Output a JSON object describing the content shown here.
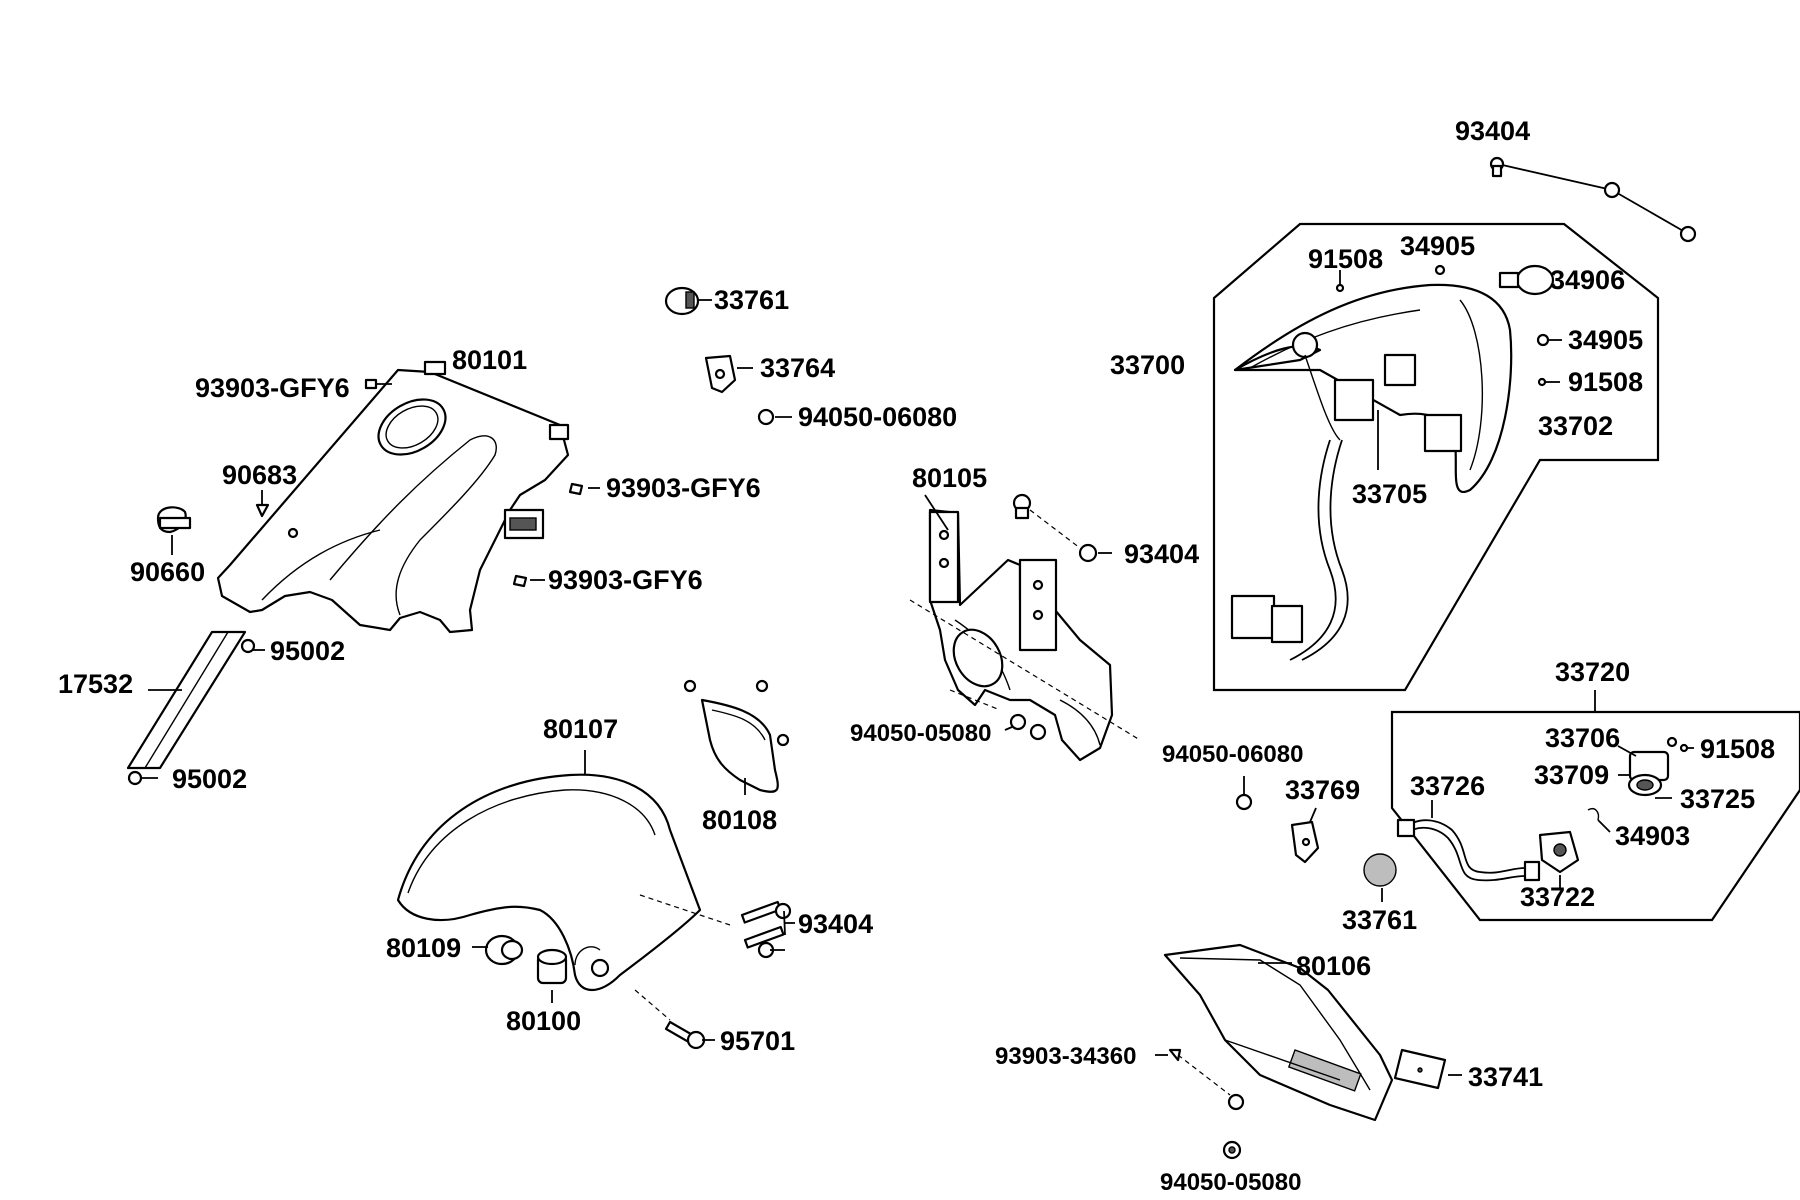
{
  "labels": {
    "p93404_top": "93404",
    "p91508_a": "91508",
    "p34905_a": "34905",
    "p34906": "34906",
    "p34905_b": "34905",
    "p91508_b": "91508",
    "p33700": "33700",
    "p33702": "33702",
    "p33705": "33705",
    "p33761_a": "33761",
    "p33764": "33764",
    "p94050_06080_a": "94050-06080",
    "p80101": "80101",
    "p93903_gfy6_a": "93903-GFY6",
    "p93903_gfy6_b": "93903-GFY6",
    "p93903_gfy6_c": "93903-GFY6",
    "p90683": "90683",
    "p90660": "90660",
    "p95002_a": "95002",
    "p17532": "17532",
    "p95002_b": "95002",
    "p80105": "80105",
    "p93404_mid": "93404",
    "p94050_05080_a": "94050-05080",
    "p94050_06080_b": "94050-06080",
    "p33769": "33769",
    "p33761_b": "33761",
    "p80107": "80107",
    "p80108": "80108",
    "p93404_low": "93404",
    "p80109": "80109",
    "p80100": "80100",
    "p95701": "95701",
    "p33720": "33720",
    "p33706": "33706",
    "p91508_c": "91508",
    "p33709": "33709",
    "p33725": "33725",
    "p33726": "33726",
    "p34903": "34903",
    "p33722": "33722",
    "p80106": "80106",
    "p93903_34360": "93903-34360",
    "p33741": "33741",
    "p94050_05080_b": "94050-05080"
  }
}
